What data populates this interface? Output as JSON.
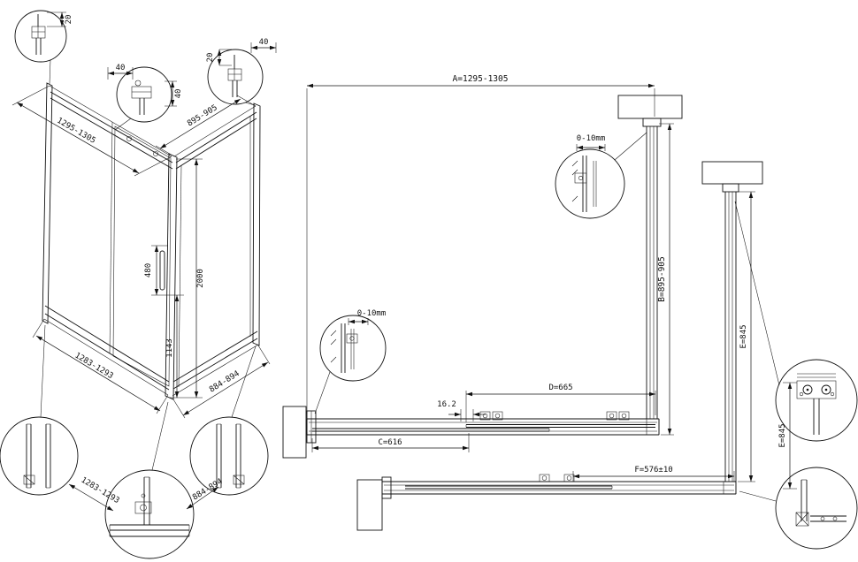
{
  "drawing": {
    "background": "#ffffff",
    "ink": "#111111"
  },
  "iso": {
    "dim_width_top": "1295-1305",
    "dim_depth_top": "895-905",
    "dim_handle": "480",
    "dim_total_height": "2000",
    "dim_handle_center": "1143",
    "dim_width_bottom": "1283-1293",
    "dim_depth_bottom": "884-894"
  },
  "profile_details": {
    "c1_dim_v": "20",
    "c2_dim_h": "40",
    "c2_dim_v": "40",
    "c3_dim_v": "20",
    "c3_dim_h": "40"
  },
  "section_details": {
    "dim_left": "1283-1293",
    "dim_right": "884-894"
  },
  "plan": {
    "dim_a": "A=1295-1305",
    "dim_b": "B=895-905",
    "dim_c": "C=616",
    "dim_d": "D=665",
    "dim_e_panel": "E=845",
    "dim_e_detail": "E=845",
    "dim_f": "F=576±10",
    "dim_overlap": "16.2",
    "adjust_top": "0-10mm",
    "adjust_left": "0-10mm"
  }
}
